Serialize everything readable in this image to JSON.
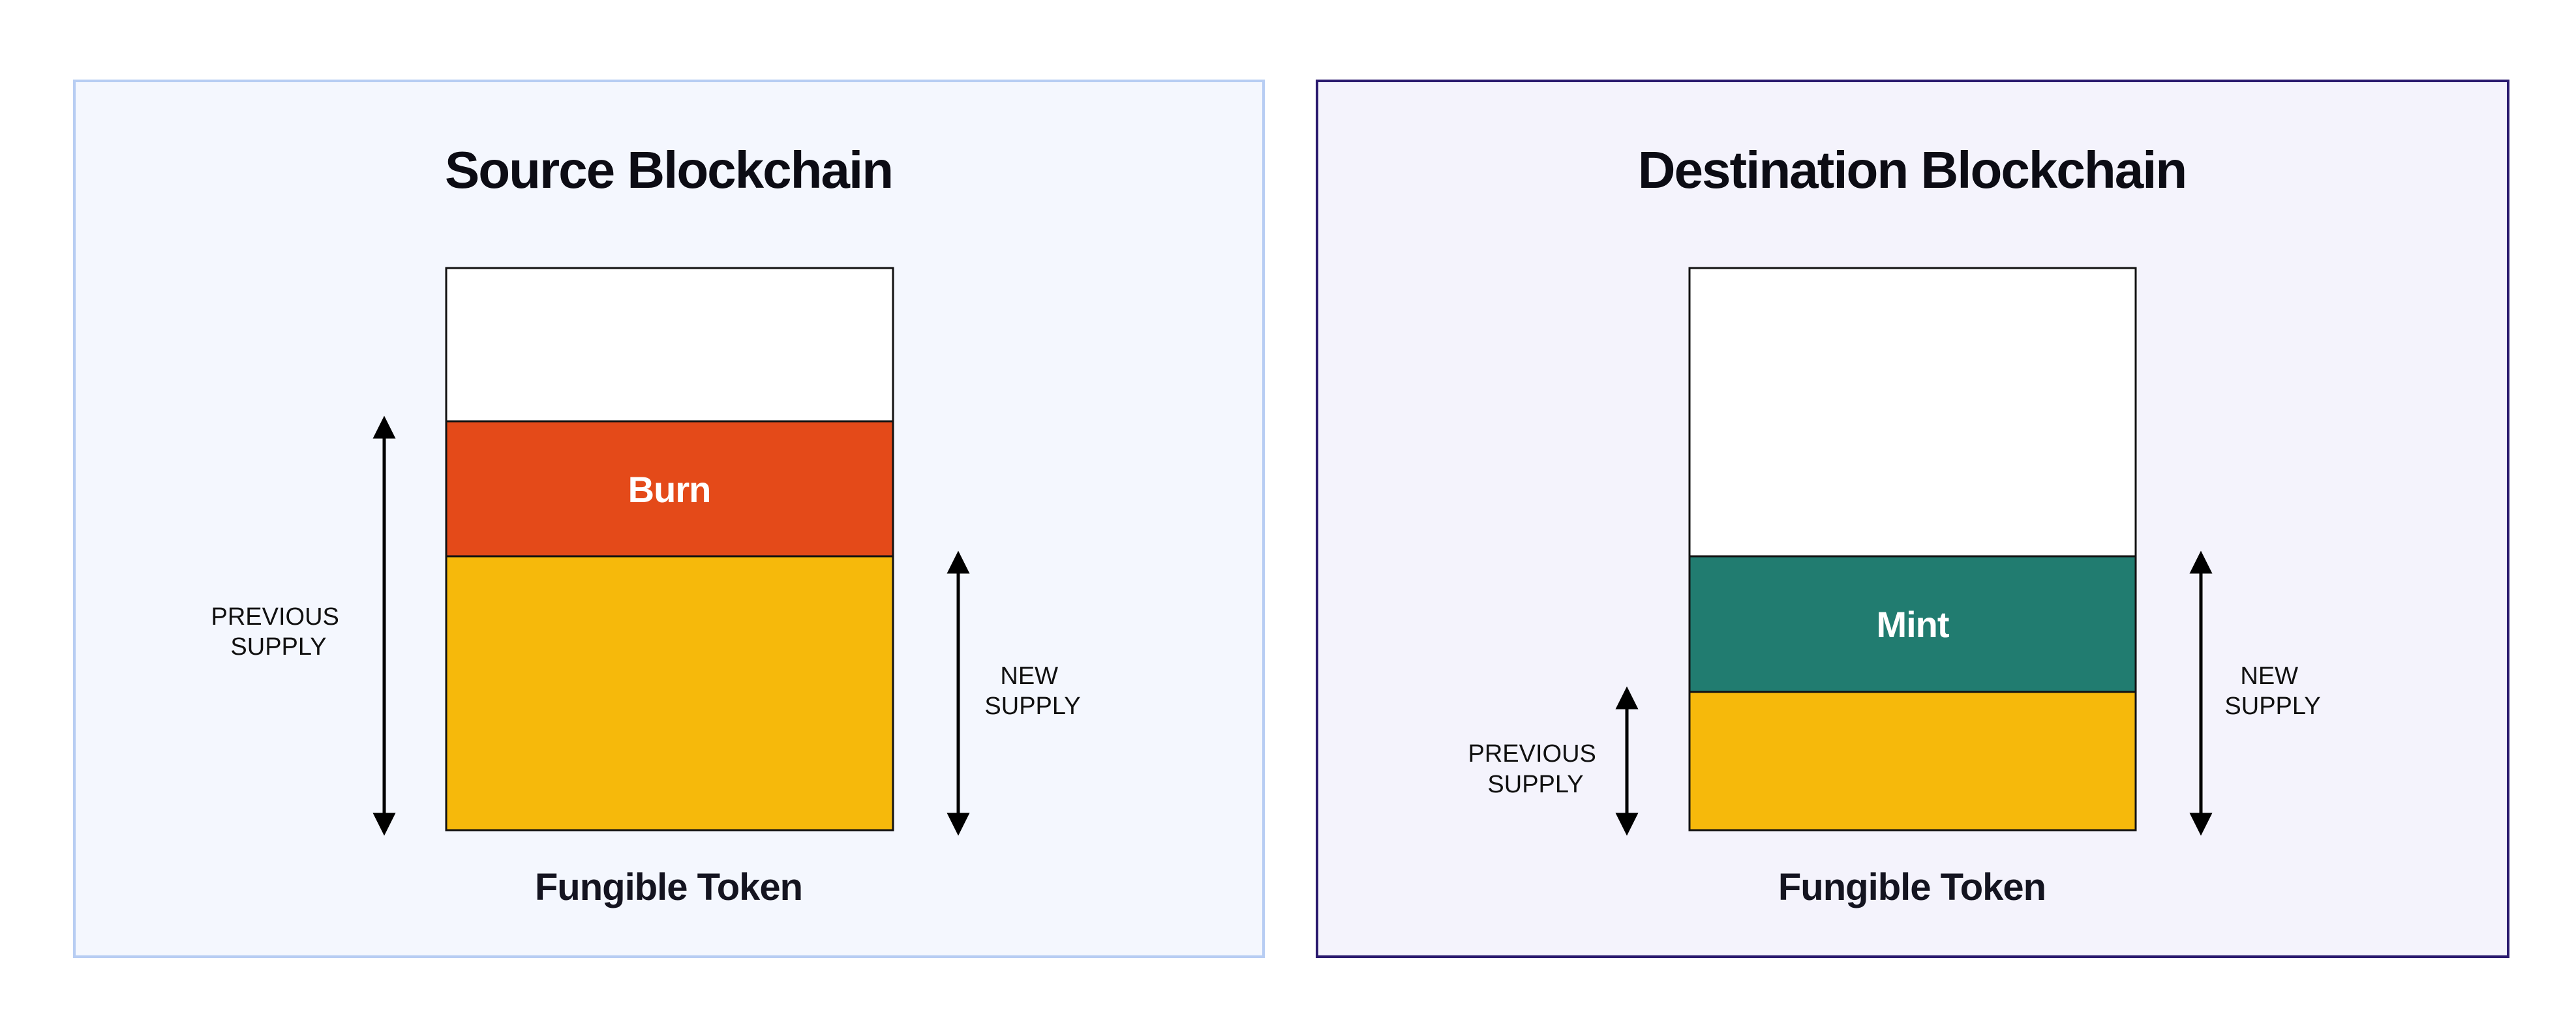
{
  "colors": {
    "source_panel_bg": "#f4f7fe",
    "source_panel_border": "#b7cdf3",
    "destination_panel_bg": "#f4f3fc",
    "destination_panel_border": "#2a1a6e",
    "burn": "#e44a19",
    "mint": "#217c70",
    "supply": "#f6b90b",
    "empty": "#ffffff"
  },
  "source": {
    "title": "Source Blockchain",
    "segment_label": "Burn",
    "caption": "Fungible Token",
    "previous_supply": [
      "PREVIOUS",
      "SUPPLY"
    ],
    "new_supply": [
      "NEW",
      "SUPPLY"
    ]
  },
  "destination": {
    "title": "Destination Blockchain",
    "segment_label": "Mint",
    "caption": "Fungible Token",
    "previous_supply": [
      "PREVIOUS",
      "SUPPLY"
    ],
    "new_supply": [
      "NEW",
      "SUPPLY"
    ]
  }
}
